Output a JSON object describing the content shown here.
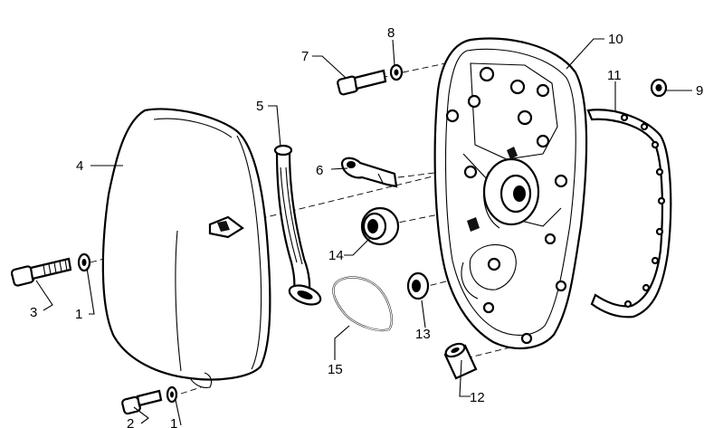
{
  "diagram": {
    "callouts": [
      {
        "id": "c1a",
        "text": "1"
      },
      {
        "id": "c1b",
        "text": "1"
      },
      {
        "id": "c2",
        "text": "2"
      },
      {
        "id": "c3",
        "text": "3"
      },
      {
        "id": "c4",
        "text": "4"
      },
      {
        "id": "c5",
        "text": "5"
      },
      {
        "id": "c6",
        "text": "6"
      },
      {
        "id": "c7",
        "text": "7"
      },
      {
        "id": "c8",
        "text": "8"
      },
      {
        "id": "c9",
        "text": "9"
      },
      {
        "id": "c10",
        "text": "10"
      },
      {
        "id": "c11",
        "text": "11"
      },
      {
        "id": "c12",
        "text": "12"
      },
      {
        "id": "c13",
        "text": "13"
      },
      {
        "id": "c14",
        "text": "14"
      },
      {
        "id": "c15",
        "text": "15"
      }
    ]
  }
}
